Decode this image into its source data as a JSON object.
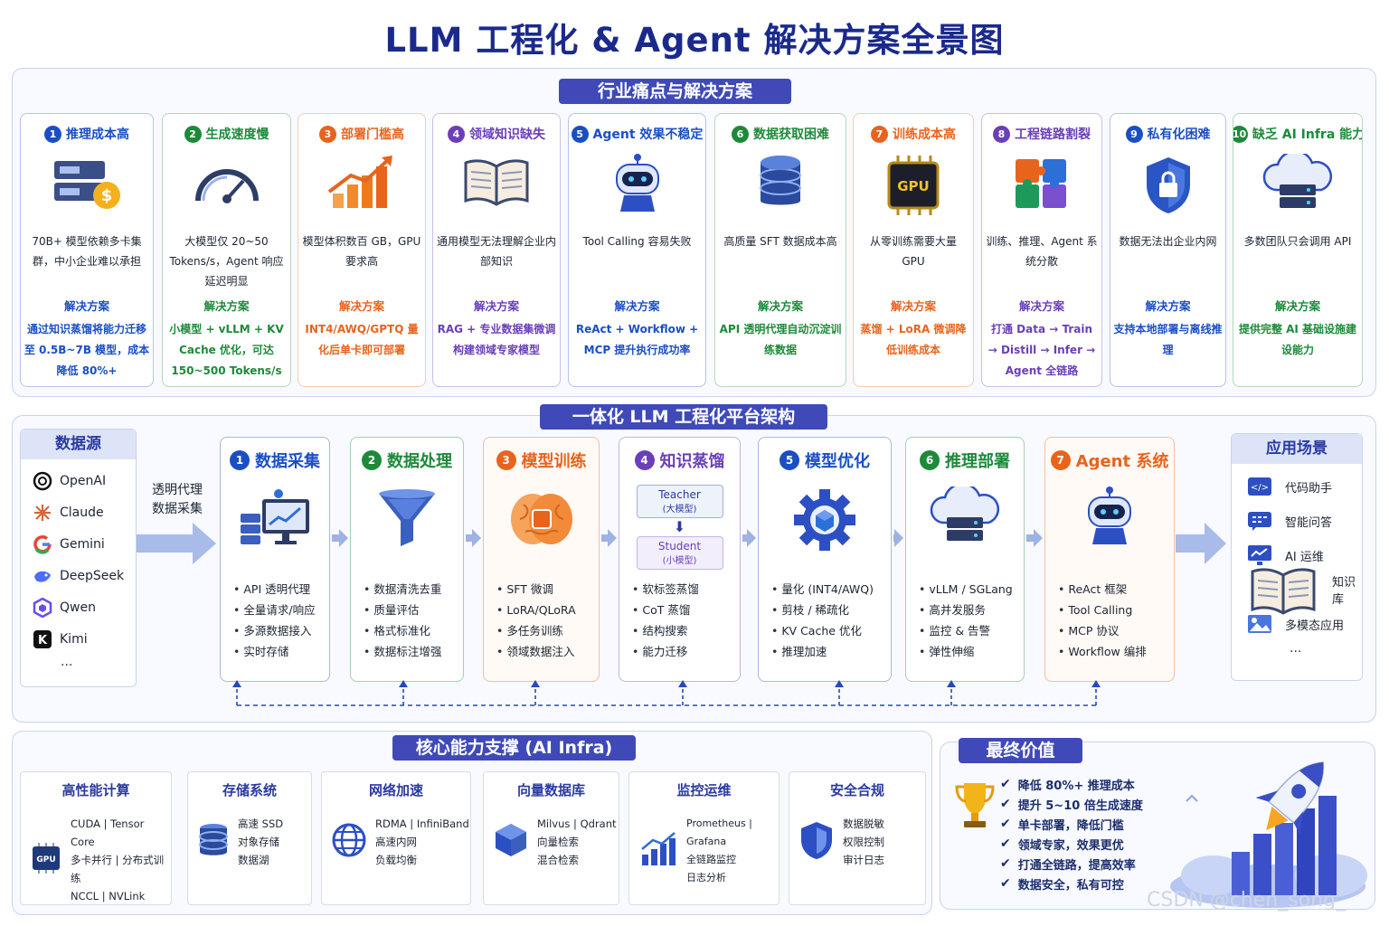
{
  "title": "LLM 工程化 & Agent 解决方案全景图",
  "pain_section": {
    "banner": "行业痛点与解决方案",
    "solution_label": "解决方案",
    "cards": [
      {
        "num": "1",
        "title": "推理成本高",
        "icon": "server-money-icon",
        "problem": "70B+ 模型依赖多卡集群，中小企业难以承担",
        "solution": "通过知识蒸馏将能力迁移至 0.5B~7B 模型，成本降低 80%+",
        "color": "#1a4fc4"
      },
      {
        "num": "2",
        "title": "生成速度慢",
        "icon": "speedometer-icon",
        "problem": "大模型仅 20~50 Tokens/s，Agent 响应延迟明显",
        "solution": "小模型 + vLLM + KV Cache 优化，可达 150~500 Tokens/s",
        "color": "#1d8a3a"
      },
      {
        "num": "3",
        "title": "部署门槛高",
        "icon": "growth-chart-icon",
        "problem": "模型体积数百 GB，GPU 要求高",
        "solution": "INT4/AWQ/GPTQ 量化后单卡即可部署",
        "color": "#e8641c"
      },
      {
        "num": "4",
        "title": "领域知识缺失",
        "icon": "book-icon",
        "problem": "通用模型无法理解企业内部知识",
        "solution": "RAG + 专业数据集微调构建领域专家模型",
        "color": "#6a3fb8"
      },
      {
        "num": "5",
        "title": "Agent 效果不稳定",
        "icon": "robot-icon",
        "problem": "Tool Calling 容易失败",
        "solution": "ReAct + Workflow + MCP 提升执行成功率",
        "color": "#1a4fc4"
      },
      {
        "num": "6",
        "title": "数据获取困难",
        "icon": "database-icon",
        "problem": "高质量 SFT 数据成本高",
        "solution": "API 透明代理自动沉淀训练数据",
        "color": "#1d8a3a"
      },
      {
        "num": "7",
        "title": "训练成本高",
        "icon": "gpu-chip-icon",
        "problem": "从零训练需要大量 GPU",
        "solution": "蒸馏 + LoRA 微调降低训练成本",
        "color": "#e8641c"
      },
      {
        "num": "8",
        "title": "工程链路割裂",
        "icon": "puzzle-icon",
        "problem": "训练、推理、Agent 系统分散",
        "solution": "打通 Data → Train → Distill → Infer → Agent 全链路",
        "color": "#6a3fb8"
      },
      {
        "num": "9",
        "title": "私有化困难",
        "icon": "shield-lock-icon",
        "problem": "数据无法出企业内网",
        "solution": "支持本地部署与离线推理",
        "color": "#1a4fc4"
      },
      {
        "num": "10",
        "title": "缺乏 AI Infra 能力",
        "icon": "cloud-server-icon",
        "problem": "多数团队只会调用 API",
        "solution": "提供完整 AI 基础设施建设能力",
        "color": "#1d8a3a"
      }
    ]
  },
  "platform": {
    "banner": "一体化 LLM 工程化平台架构",
    "sources_title": "数据源",
    "sources": [
      {
        "name": "OpenAI",
        "icon": "openai-icon"
      },
      {
        "name": "Claude",
        "icon": "claude-icon"
      },
      {
        "name": "Gemini",
        "icon": "gemini-icon"
      },
      {
        "name": "DeepSeek",
        "icon": "deepseek-icon"
      },
      {
        "name": "Qwen",
        "icon": "qwen-icon"
      },
      {
        "name": "Kimi",
        "icon": "kimi-icon"
      }
    ],
    "sources_more": "...",
    "proxy_label_1": "透明代理",
    "proxy_label_2": "数据采集",
    "stages": [
      {
        "num": "1",
        "title": "数据采集",
        "icon": "data-collection-icon",
        "items": [
          "API 透明代理",
          "全量请求/响应",
          "多源数据接入",
          "实时存储"
        ],
        "color": "#1a4fc4"
      },
      {
        "num": "2",
        "title": "数据处理",
        "icon": "funnel-icon",
        "items": [
          "数据清洗去重",
          "质量评估",
          "格式标准化",
          "数据标注增强"
        ],
        "color": "#1d8a3a"
      },
      {
        "num": "3",
        "title": "模型训练",
        "icon": "brain-chip-icon",
        "items": [
          "SFT 微调",
          "LoRA/QLoRA",
          "多任务训练",
          "领域数据注入"
        ],
        "color": "#e8641c"
      },
      {
        "num": "4",
        "title": "知识蒸馏",
        "teacher": "Teacher",
        "teacher_sub": "(大模型)",
        "student": "Student",
        "student_sub": "(小模型)",
        "items": [
          "软标签蒸馏",
          "CoT 蒸馏",
          "结构搜索",
          "能力迁移"
        ],
        "color": "#6a3fb8"
      },
      {
        "num": "5",
        "title": "模型优化",
        "icon": "gear-cube-icon",
        "items": [
          "量化 (INT4/AWQ)",
          "剪枝 / 稀疏化",
          "KV Cache 优化",
          "推理加速"
        ],
        "color": "#1a4fc4"
      },
      {
        "num": "6",
        "title": "推理部署",
        "icon": "cloud-server-icon",
        "items": [
          "vLLM / SGLang",
          "高并发服务",
          "监控 & 告警",
          "弹性伸缩"
        ],
        "color": "#1d8a3a"
      },
      {
        "num": "7",
        "title": "Agent 系统",
        "icon": "robot-icon",
        "items": [
          "ReAct 框架",
          "Tool Calling",
          "MCP 协议",
          "Workflow 编排"
        ],
        "color": "#e8641c"
      }
    ],
    "apps_title": "应用场景",
    "apps": [
      {
        "name": "代码助手",
        "icon": "code-icon"
      },
      {
        "name": "智能问答",
        "icon": "chat-icon"
      },
      {
        "name": "AI 运维",
        "icon": "monitor-chart-icon"
      },
      {
        "name": "知识库",
        "icon": "book-icon"
      },
      {
        "name": "多模态应用",
        "icon": "image-icon"
      }
    ],
    "apps_more": "..."
  },
  "infra": {
    "banner": "核心能力支撑 (AI Infra)",
    "blocks": [
      {
        "title": "高性能计算",
        "icon": "gpu-chip-icon",
        "lines": [
          "CUDA | Tensor Core",
          "多卡并行 | 分布式训练",
          "NCCL | NVLink"
        ]
      },
      {
        "title": "存储系统",
        "icon": "database-icon",
        "lines": [
          "高速 SSD",
          "对象存储",
          "数据湖"
        ]
      },
      {
        "title": "网络加速",
        "icon": "globe-icon",
        "lines": [
          "RDMA | InfiniBand",
          "高速内网",
          "负载均衡"
        ]
      },
      {
        "title": "向量数据库",
        "icon": "cube-icon",
        "lines": [
          "Milvus | Qdrant",
          "向量检索",
          "混合检索"
        ]
      },
      {
        "title": "监控运维",
        "icon": "bar-chart-icon",
        "lines": [
          "Prometheus | Grafana",
          "全链路监控",
          "日志分析"
        ]
      },
      {
        "title": "安全合规",
        "icon": "shield-icon",
        "lines": [
          "数据脱敏",
          "权限控制",
          "审计日志"
        ]
      }
    ]
  },
  "value": {
    "banner": "最终价值",
    "items": [
      "降低 80%+ 推理成本",
      "提升 5~10 倍生成速度",
      "单卡部署，降低门槛",
      "领域专家，效果更优",
      "打通全链路，提高效率",
      "数据安全，私有可控"
    ],
    "trophy_icon": "trophy-icon",
    "rocket_icon": "rocket-icon"
  },
  "watermark": "CSDN @chen_song_"
}
